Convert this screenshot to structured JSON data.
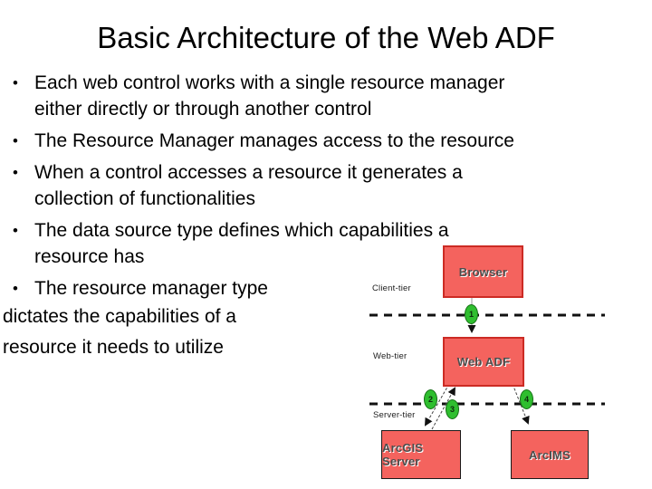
{
  "slide": {
    "title": "Basic Architecture of the Web ADF",
    "bullet_char": "•",
    "bullets": [
      {
        "lines": [
          "Each web control works with a single resource manager",
          "either directly or through another control"
        ]
      },
      {
        "lines": [
          "The Resource Manager manages access to the resource"
        ]
      },
      {
        "lines": [
          "When a control accesses a resource it generates a",
          "collection of functionalities"
        ]
      },
      {
        "lines": [
          "The data source type defines which capabilities a",
          "resource has"
        ]
      },
      {
        "lines": [
          "The resource manager type",
          "dictates the capabilities of a",
          "resource it needs to utilize"
        ]
      }
    ]
  },
  "diagram": {
    "nodes": {
      "browser": "Browser",
      "web_adf": "Web ADF",
      "arcgis_server": "ArcGIS Server",
      "arcims": "ArcIMS"
    },
    "tiers": {
      "client": "Client-tier",
      "web": "Web-tier",
      "server": "Server-tier"
    },
    "steps": [
      "1",
      "2",
      "3",
      "4"
    ]
  },
  "theme": {
    "background": "#ffffff",
    "text_color": "#000000",
    "node_fill": "#f4635e",
    "node_border_top": "#cc2b24",
    "node_border_bottom": "#1a1a1a",
    "node_text": "#4d4d4d",
    "step_fill": "#2fbe2f",
    "step_border": "#157015",
    "separator_color": "#111111",
    "connector_color": "#444444"
  }
}
